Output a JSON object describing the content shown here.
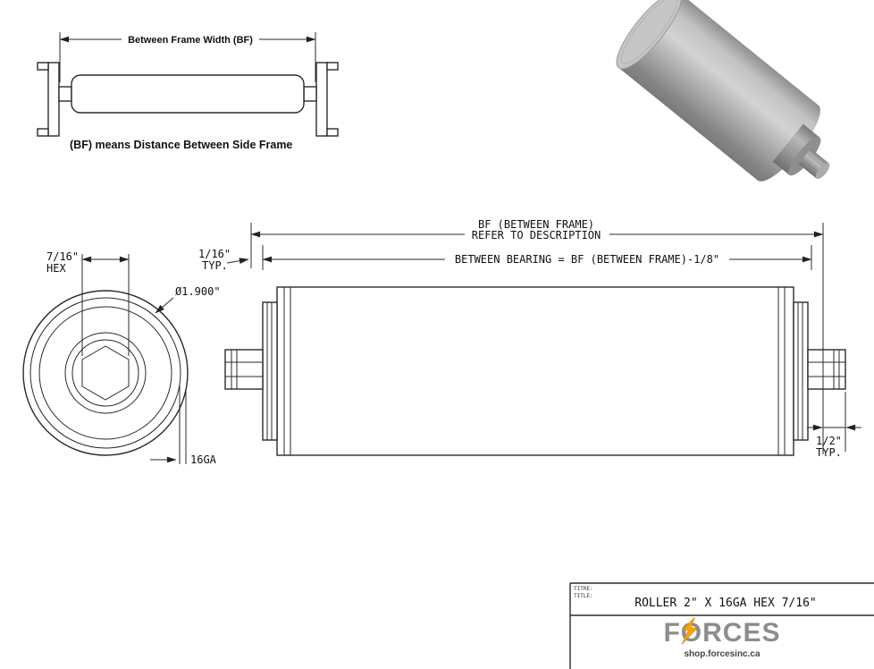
{
  "frame_diagram": {
    "dimension_label": "Between Frame Width (BF)",
    "caption": "(BF) means Distance Between Side Frame"
  },
  "end_view": {
    "hex_size": "7/16\"",
    "hex_label": "HEX",
    "diameter_label": "Ø1.900\"",
    "gauge_label": "16GA"
  },
  "side_view": {
    "bf_label_line1": "BF (BETWEEN FRAME)",
    "bf_label_line2": "REFER TO DESCRIPTION",
    "between_bearing_label": "BETWEEN BEARING = BF (BETWEEN FRAME)-1/8\"",
    "left_typ_size": "1/16\"",
    "left_typ_word": "TYP.",
    "right_typ_size": "1/2\"",
    "right_typ_word": "TYP."
  },
  "title_block": {
    "label_fr": "TITRE:",
    "label_en": "TITLE:",
    "title": "ROLLER 2\" X 16GA HEX 7/16\"",
    "brand": "FORCES",
    "website": "shop.forcesinc.ca"
  },
  "colors": {
    "line": "#2a2a2a",
    "roller_gray": "#9a9a9a",
    "brand_gray": "#8d8d8d",
    "bolt_orange": "#f5a300"
  }
}
